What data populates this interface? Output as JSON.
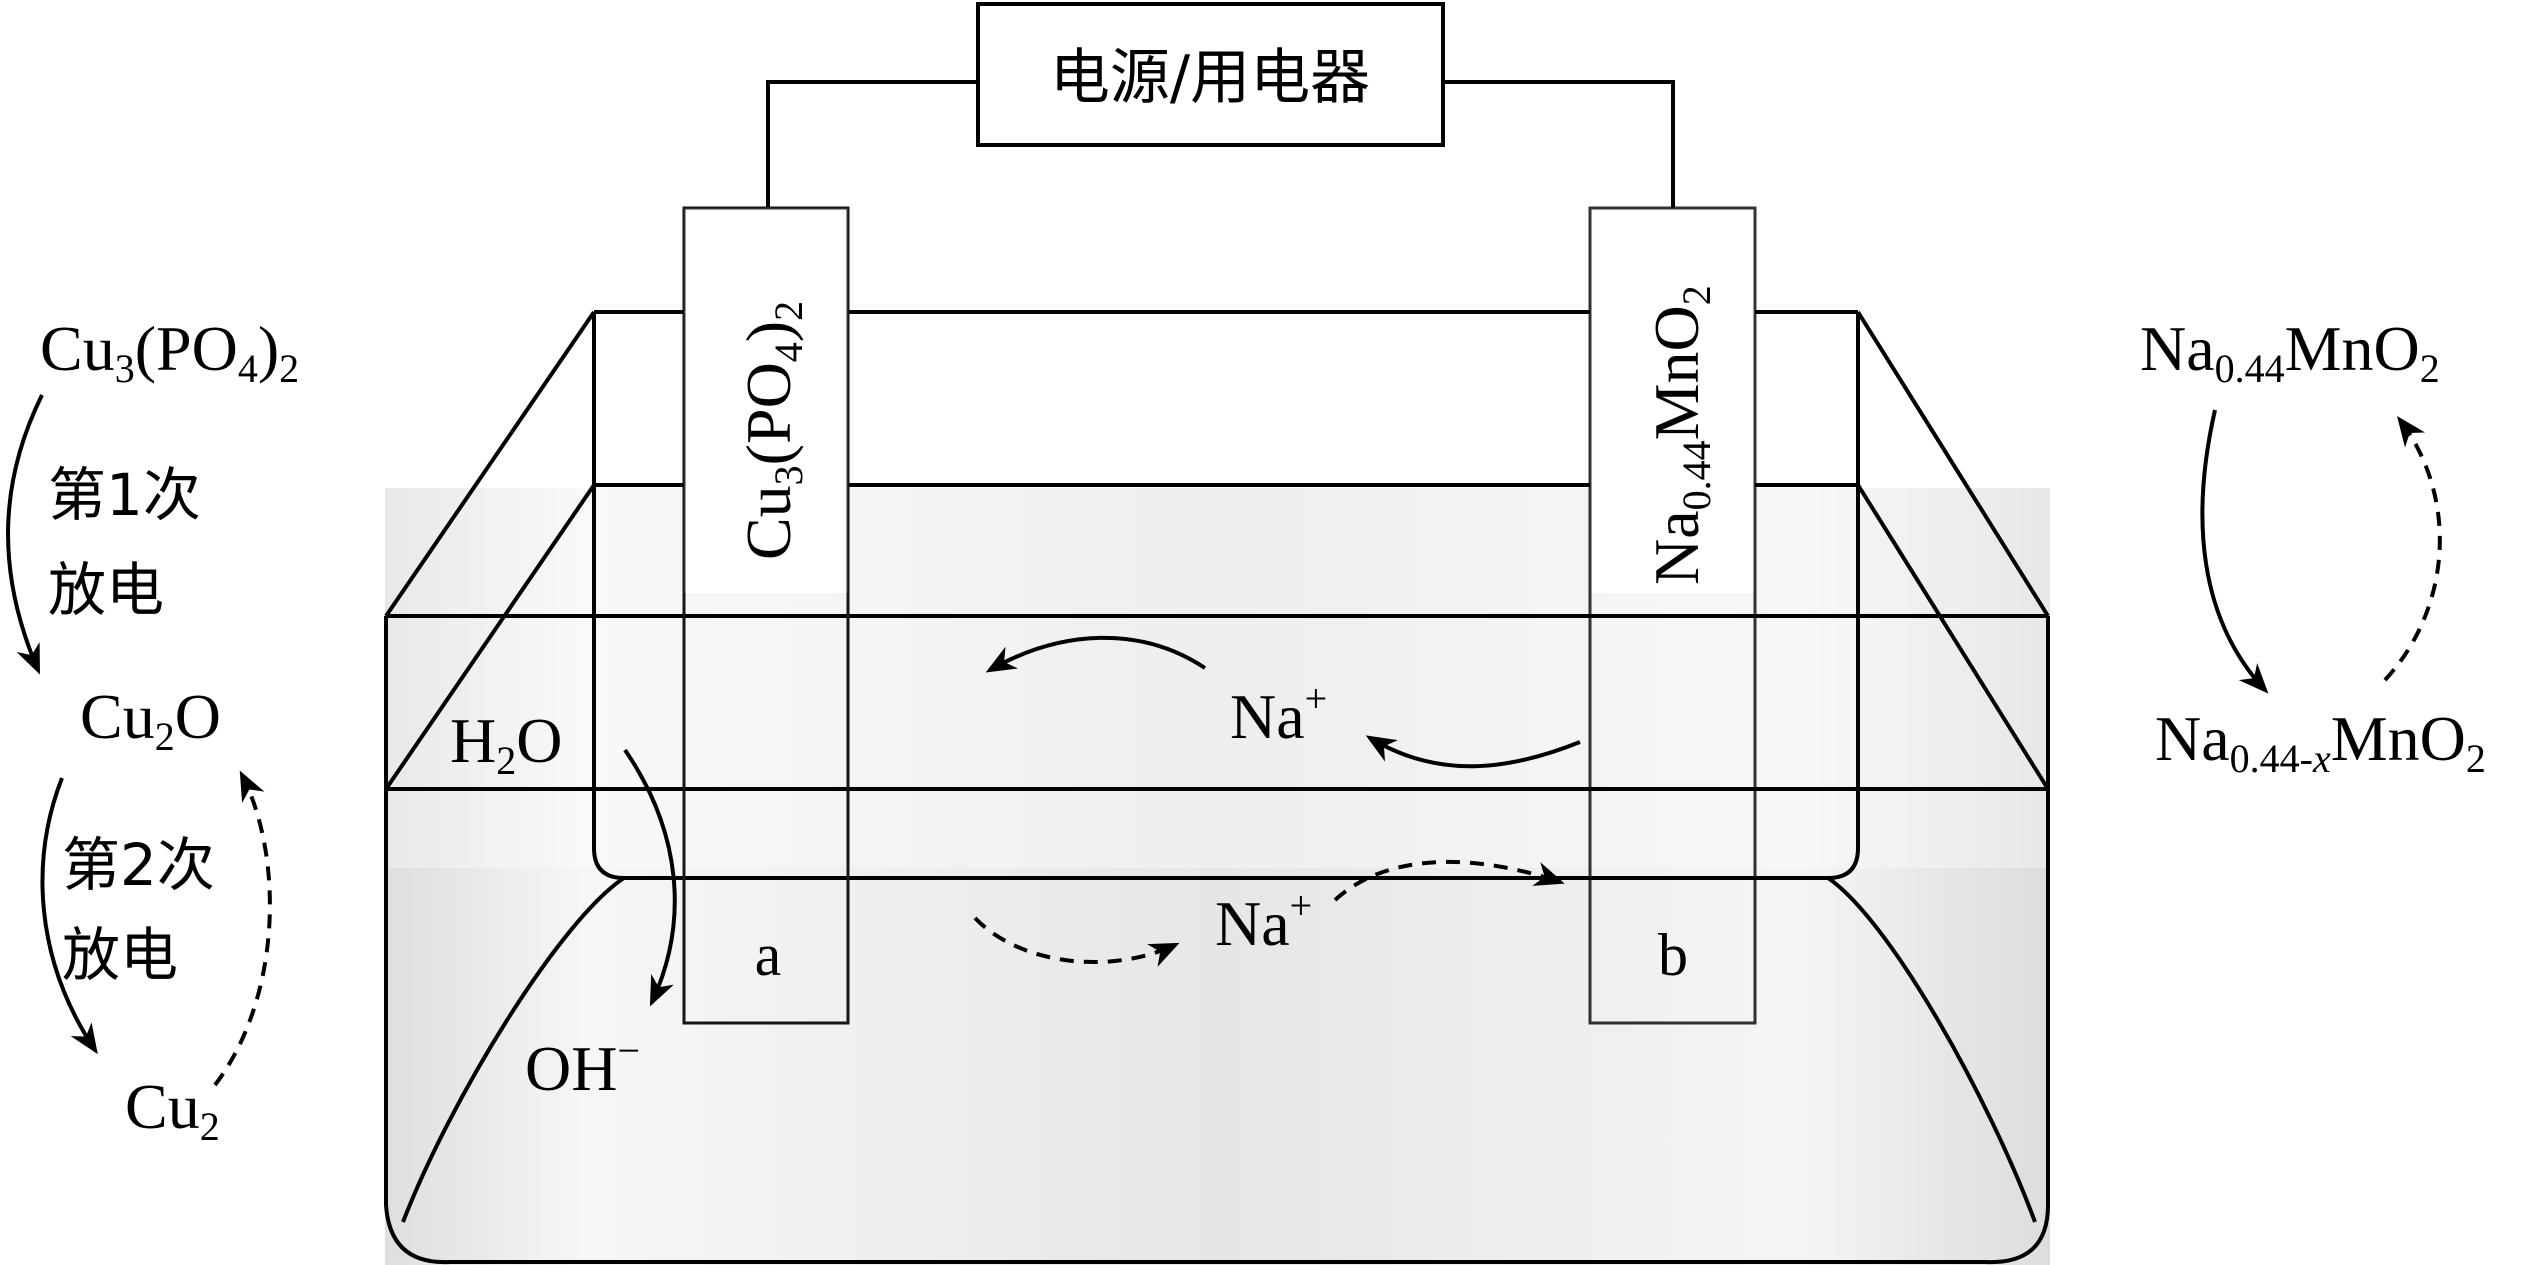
{
  "power_source": {
    "label": "电源/用电器"
  },
  "electrode_a": {
    "label_main": "Cu",
    "label_sub1": "3",
    "label_mid": "(PO",
    "label_sub2": "4",
    "label_end": ")",
    "label_sub3": "2",
    "letter": "a"
  },
  "electrode_b": {
    "label_main": "Na",
    "label_sub1": "0.44",
    "label_end": "MnO",
    "label_sub2": "2",
    "letter": "b"
  },
  "electrolyte": {
    "water": {
      "main": "H",
      "sub": "2",
      "end": "O"
    },
    "hydroxide": {
      "main": "OH",
      "sup": "−"
    },
    "sodium_ion_upper": {
      "main": "Na",
      "sup": "+"
    },
    "sodium_ion_lower": {
      "main": "Na",
      "sup": "+"
    }
  },
  "left_cycle": {
    "top": {
      "main": "Cu",
      "sub1": "3",
      "mid": "(PO",
      "sub2": "4",
      "end": ")",
      "sub3": "2"
    },
    "step1_line1": "第1次",
    "step1_line2": "放电",
    "middle": {
      "main": "Cu",
      "sub": "2",
      "end": "O"
    },
    "step2_line1": "第2次",
    "step2_line2": "放电",
    "bottom": {
      "main": "Cu",
      "sub": "2"
    }
  },
  "right_cycle": {
    "top": {
      "main": "Na",
      "sub": "0.44",
      "end": "MnO",
      "sub2": "2"
    },
    "bottom": {
      "main": "Na",
      "sub": "0.44-",
      "sub_italic": "x",
      "end": "MnO",
      "sub2": "2"
    }
  },
  "colors": {
    "line": "#000000",
    "electrode_outline": "#707070",
    "liquid": "#e0e0e0"
  }
}
